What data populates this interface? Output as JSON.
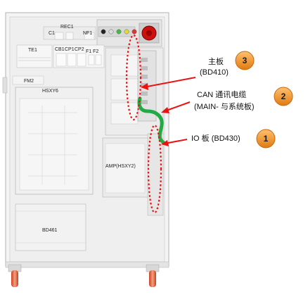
{
  "cabinet": {
    "labels": {
      "rec1": "REC1",
      "c1": "C1",
      "nf1": "NF1",
      "te1": "TE1",
      "cb1": "CB1",
      "cp1": "CP1",
      "cp2": "CP2",
      "f1f2": "F1 F2",
      "fm2": "FM2",
      "hsxy6": "HSXY6",
      "amp": "AMP(HSXY2)",
      "bd461": "BD461"
    },
    "indicator_colors": [
      "#222222",
      "#dddddd",
      "#44bb44",
      "#dddd33",
      "#dd3333"
    ],
    "knob_color": "#cc1111",
    "cable_color": "#22aa44",
    "marker_color": "#ee1111"
  },
  "callouts": [
    {
      "number": "3",
      "line1": "主板",
      "line2": "(BD410)"
    },
    {
      "number": "2",
      "line1": "CAN 通讯电缆",
      "line2": "(MAIN- 与系统板)"
    },
    {
      "number": "1",
      "line1": "IO 板  (BD430)",
      "line2": ""
    }
  ],
  "badge_color": "#f08a24"
}
